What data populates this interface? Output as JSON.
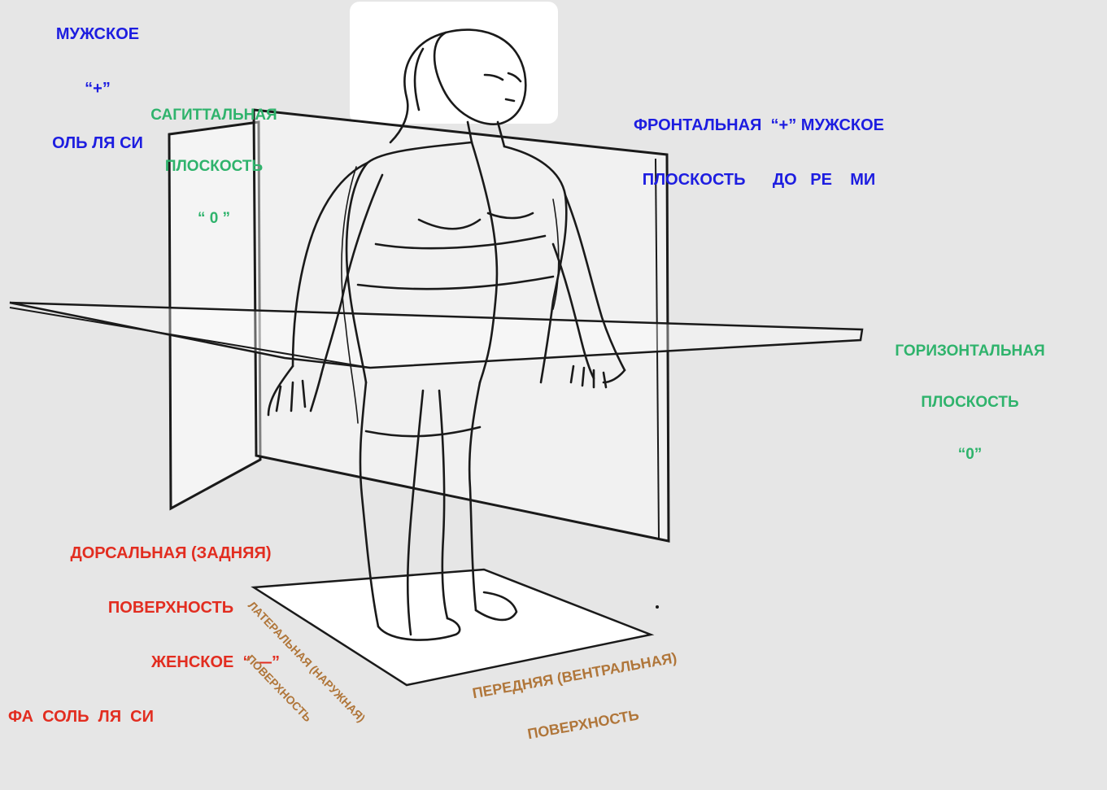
{
  "labels": {
    "top_left_line1": "МУЖСКОЕ",
    "top_left_line2": "“+”",
    "top_left_line3": "ОЛЬ ЛЯ СИ",
    "sagittal_line1": "САГИТТАЛЬНАЯ",
    "sagittal_line2": "ПЛОСКОСТЬ",
    "sagittal_line3": "“ 0 ”",
    "frontal_line1": "ФРОНТАЛЬНАЯ  “+” МУЖСКОЕ",
    "frontal_line2": "ПЛОСКОСТЬ      ДО   РЕ    МИ",
    "horizontal_line1": "ГОРИЗОНТАЛЬНАЯ",
    "horizontal_line2": "ПЛОСКОСТЬ",
    "horizontal_line3": "“0”",
    "dorsal_line1": "ДОРСАЛЬНАЯ (ЗАДНЯЯ)",
    "dorsal_line2": "ПОВЕРХНОСТЬ",
    "dorsal_line3": "ЖЕНСКОЕ  “ —”",
    "dorsal_line4": "ФА  СОЛЬ  ЛЯ  СИ",
    "lateral_line1": "ЛАТЕРАЛЬНАЯ (НАРУЖНАЯ)",
    "lateral_line2": "ПОВЕРХНОСТЬ",
    "anterior_line1": "ПЕРЕДНЯЯ (ВЕНТРАЛЬНАЯ)",
    "anterior_line2": "ПОВЕРХНОСТЬ"
  },
  "colors": {
    "background": "#e6e6e6",
    "green": "#2fb36c",
    "blue": "#1d1de0",
    "red": "#e22d20",
    "brown": "#b0763a",
    "line": "#1a1a1a"
  }
}
